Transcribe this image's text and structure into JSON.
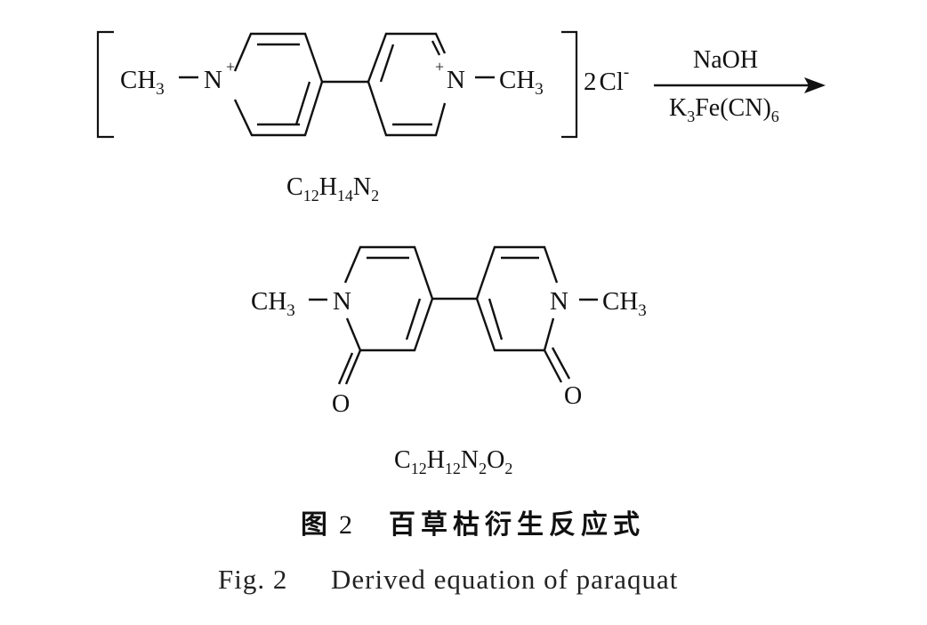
{
  "reactant": {
    "left_group": "CH",
    "left_group_sub": "3",
    "nitrogen": "N",
    "charge": "+",
    "right_group": "CH",
    "right_group_sub": "3",
    "counterion_coeff": "2",
    "counterion": "Cl",
    "counterion_charge": "-",
    "formula": {
      "c": "C",
      "c_n": "12",
      "h": "H",
      "h_n": "14",
      "n": "N",
      "n_n": "2"
    }
  },
  "reagents": {
    "above": "NaOH",
    "below_k": "K",
    "below_k_sub": "3",
    "below_rest": "Fe(CN)",
    "below_rest_sub": "6"
  },
  "product": {
    "left_group": "CH",
    "left_group_sub": "3",
    "nitrogen": "N",
    "oxygen": "O",
    "right_group": "CH",
    "right_group_sub": "3",
    "formula": {
      "c": "C",
      "c_n": "12",
      "h": "H",
      "h_n": "12",
      "n": "N",
      "n_n": "2",
      "o": "O",
      "o_n": "2"
    }
  },
  "caption": {
    "zh_label": "图",
    "zh_num": "2",
    "zh_title": "百草枯衍生反应式",
    "en_label": "Fig. 2",
    "en_title": "Derived equation of paraquat"
  }
}
